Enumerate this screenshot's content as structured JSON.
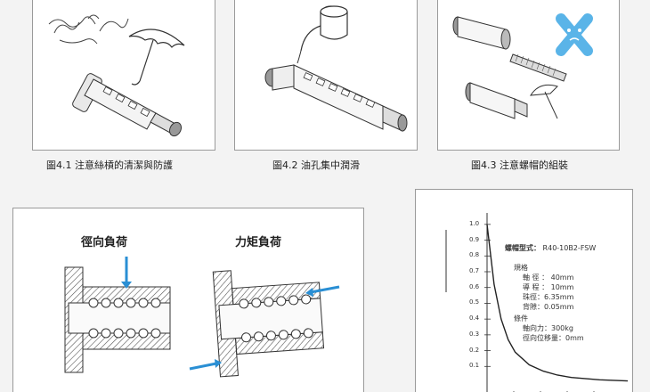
{
  "figures": [
    {
      "caption": "圖4.1 注意絲槓的清潔與防護"
    },
    {
      "caption": "圖4.2 油孔集中潤滑"
    },
    {
      "caption": "圖4.3 注意螺帽的組裝"
    }
  ],
  "load_diagram": {
    "radial_label": "徑向負荷",
    "moment_label": "力矩負荷"
  },
  "spec_chart": {
    "model_label": "螺帽型式：",
    "model_value": "R40-10B2-FSW",
    "spec_heading": "規格",
    "specs": [
      "軸 徑 ： 40mm",
      "導 程 ： 10mm",
      "珠徑：6.35mm",
      "背隙：0.05mm"
    ],
    "condition_heading": "條件",
    "conditions": [
      "軸向力：300kg",
      "徑向位移量：0mm"
    ]
  },
  "chart_data": {
    "type": "line",
    "title": "",
    "xlabel": "",
    "ylabel": "",
    "yticks": [
      "1.0",
      "0.9",
      "0.8",
      "0.7",
      "0.6",
      "0.5",
      "0.4",
      "0.3",
      "0.2",
      "0.1"
    ],
    "ylim": [
      0,
      1.05
    ],
    "series": [
      {
        "x": [
          0,
          0.5,
          1,
          1.5,
          2,
          3,
          4,
          5,
          6,
          8,
          10
        ],
        "y": [
          1.0,
          0.62,
          0.4,
          0.27,
          0.19,
          0.11,
          0.07,
          0.045,
          0.03,
          0.015,
          0.008
        ]
      }
    ],
    "xlim": [
      0,
      10
    ],
    "grid": false
  },
  "colors": {
    "arrow": "#2a8fd4",
    "cross": "#5ab4e8",
    "hatch": "#555555"
  }
}
